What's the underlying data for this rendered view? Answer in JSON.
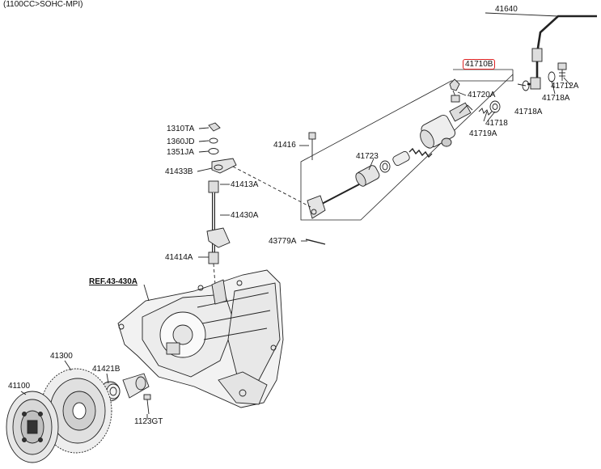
{
  "header": {
    "variant": "(1100CC>SOHC-MPI)"
  },
  "labels": {
    "p41640": "41640",
    "p41710B": "41710B",
    "p41720A": "41720A",
    "p41712A": "41712A",
    "p41718A_a": "41718A",
    "p41718A_b": "41718A",
    "p41718": "41718",
    "p41719A": "41719A",
    "p41416": "41416",
    "p41723": "41723",
    "p1310TA": "1310TA",
    "p1360JD": "1360JD",
    "p1351JA": "1351JA",
    "p41433B": "41433B",
    "p41413A": "41413A",
    "p41430A": "41430A",
    "p43779A": "43779A",
    "p41414A": "41414A",
    "ref": "REF.43-430A",
    "p41300": "41300",
    "p41421B": "41421B",
    "p41100": "41100",
    "p1123GT": "1123GT"
  },
  "colors": {
    "line": "#222222",
    "highlight": "#dd2222",
    "part_fill": "#e8e8e8"
  }
}
